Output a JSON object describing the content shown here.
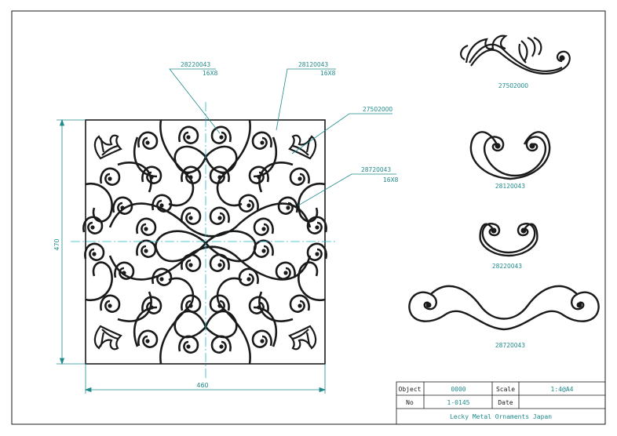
{
  "callouts": {
    "c1_code": "28220043",
    "c1_size": "16X8",
    "c2_code": "28120043",
    "c2_size": "16X8",
    "c3_code": "27502000",
    "c4_code": "28720043",
    "c4_size": "16X8"
  },
  "dimensions": {
    "height": "470",
    "width": "460"
  },
  "parts": [
    {
      "code": "27502000"
    },
    {
      "code": "28120043"
    },
    {
      "code": "28220043"
    },
    {
      "code": "28720043"
    }
  ],
  "title_block": {
    "object_label": "Object",
    "object_value": "0000",
    "scale_label": "Scale",
    "scale_value": "1:4@A4",
    "no_label": "No",
    "no_value": "1-0145",
    "date_label": "Date",
    "date_value": "",
    "company": "Lecky Metal Ornaments Japan"
  },
  "colors": {
    "line": "#1a1a1a",
    "accent": "#1f8a8a",
    "center": "#22b8c8"
  }
}
